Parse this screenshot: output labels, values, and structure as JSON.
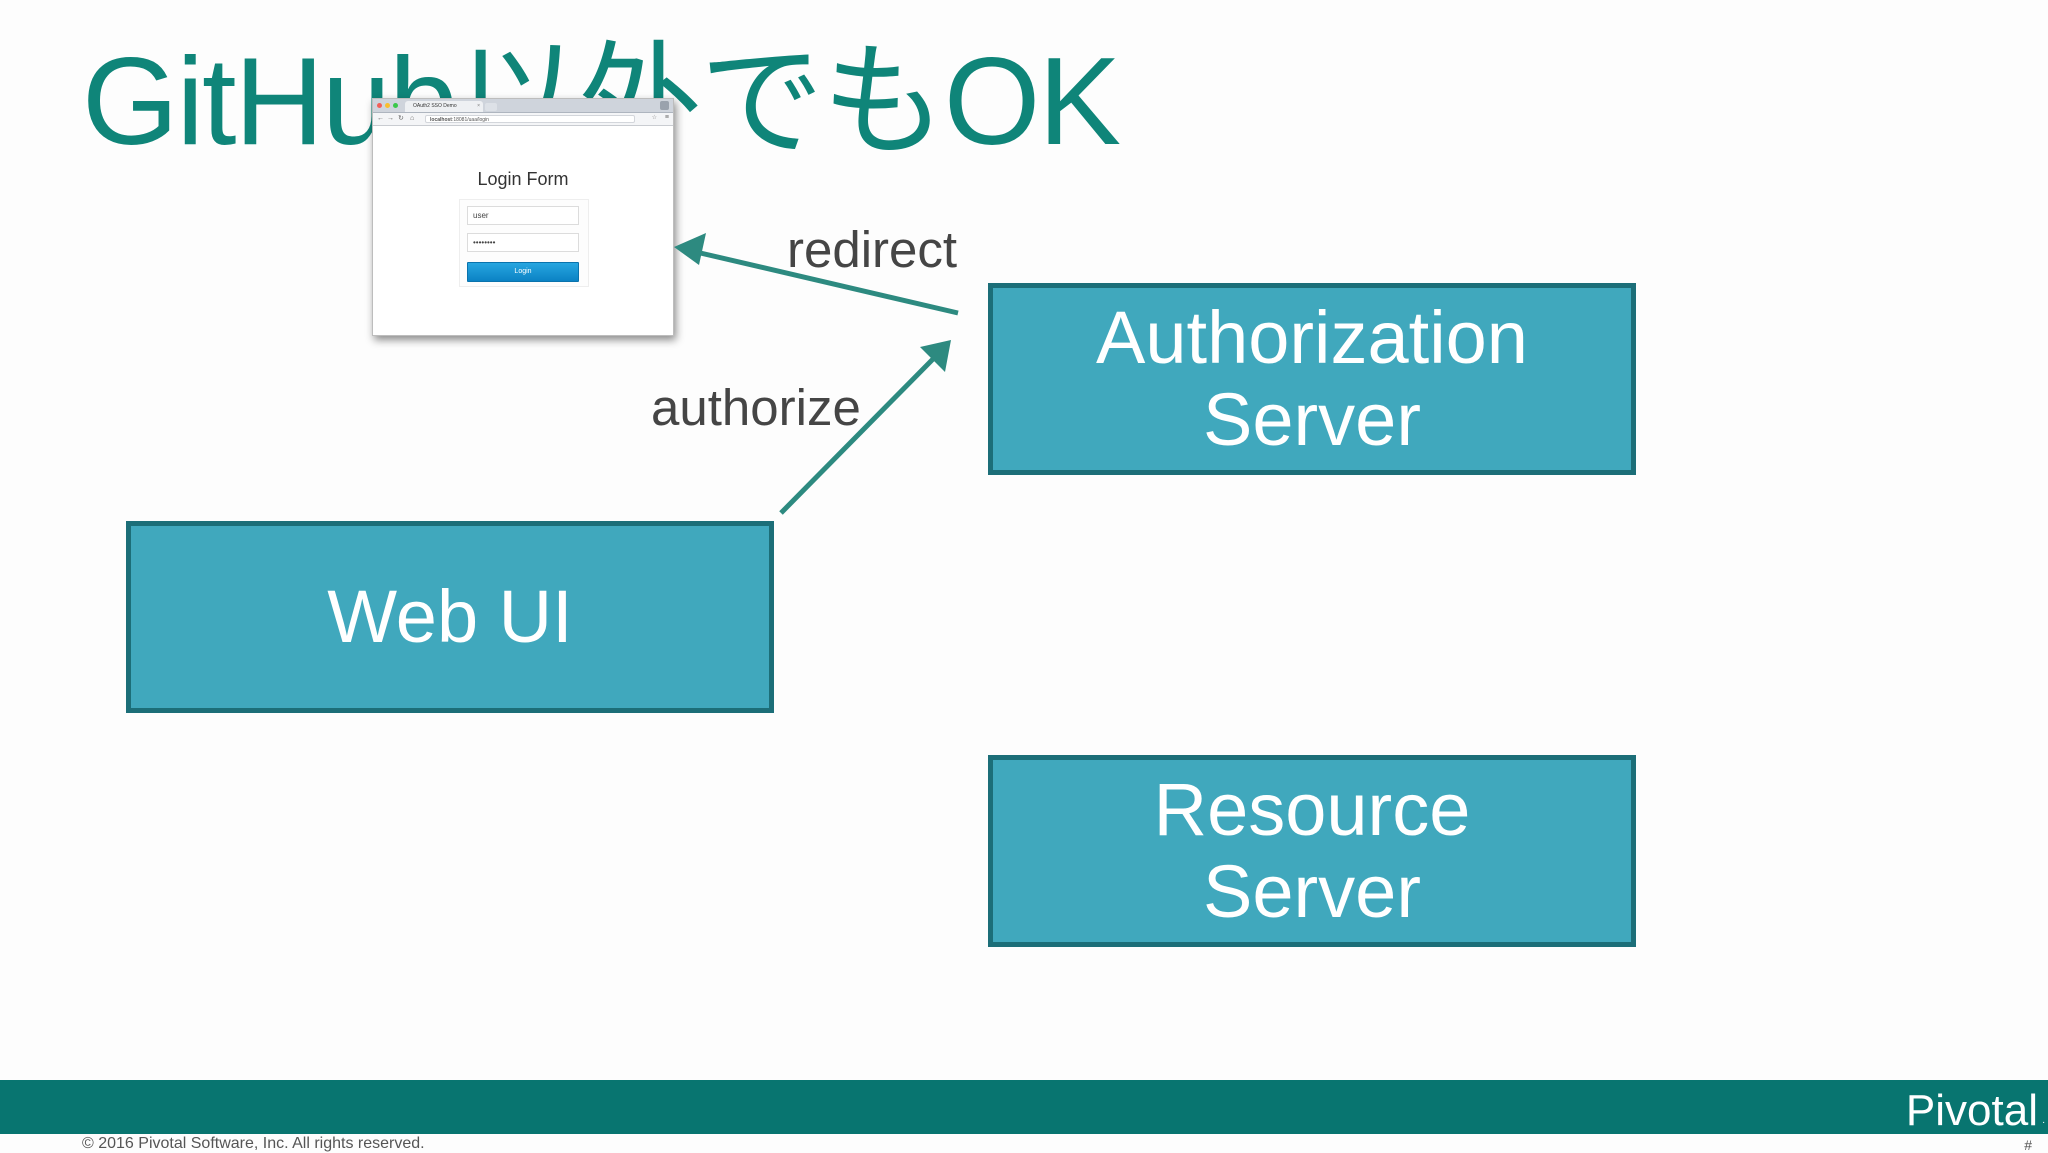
{
  "slide": {
    "title": "GitHub以外でもOK",
    "copyright": "© 2016 Pivotal Software, Inc.  All rights reserved.",
    "page_number": "#",
    "brand": "Pivotal"
  },
  "diagram": {
    "nodes": {
      "authorization_server": [
        "Authorization",
        "Server"
      ],
      "web_ui": [
        "Web UI"
      ],
      "resource_server": [
        "Resource",
        "Server"
      ]
    },
    "edges": {
      "redirect": "redirect",
      "authorize": "authorize"
    }
  },
  "browser": {
    "tab_title": "OAuth2 SSO Demo",
    "url_host": "localhost",
    "url_rest": ":18081/uaa/login",
    "form": {
      "title": "Login Form",
      "username_value": "user",
      "password_value": "••••••••",
      "login_button": "Login"
    }
  },
  "colors": {
    "title": "#0f8579",
    "box_fill": "#40a8bd",
    "box_border": "#1c6e78",
    "arrow": "#2d8a80",
    "footer": "#087570"
  }
}
